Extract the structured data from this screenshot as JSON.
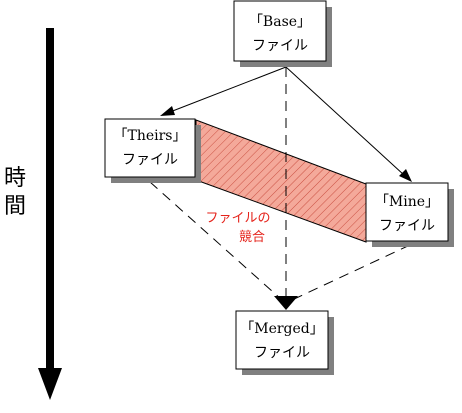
{
  "time_axis": {
    "label_1": "時",
    "label_2": "間"
  },
  "nodes": {
    "base": {
      "line1": "「Base」",
      "line2": "ファイル"
    },
    "theirs": {
      "line1": "「Theirs」",
      "line2": "ファイル"
    },
    "mine": {
      "line1": "「Mine」",
      "line2": "ファイル"
    },
    "merged": {
      "line1": "「Merged」",
      "line2": "ファイル"
    }
  },
  "conflict": {
    "line1": "ファイルの",
    "line2": "競合"
  },
  "colors": {
    "conflict_fill": "#f4a99a",
    "conflict_text": "#e5231b",
    "line": "#000000",
    "shadow": "#808080"
  }
}
